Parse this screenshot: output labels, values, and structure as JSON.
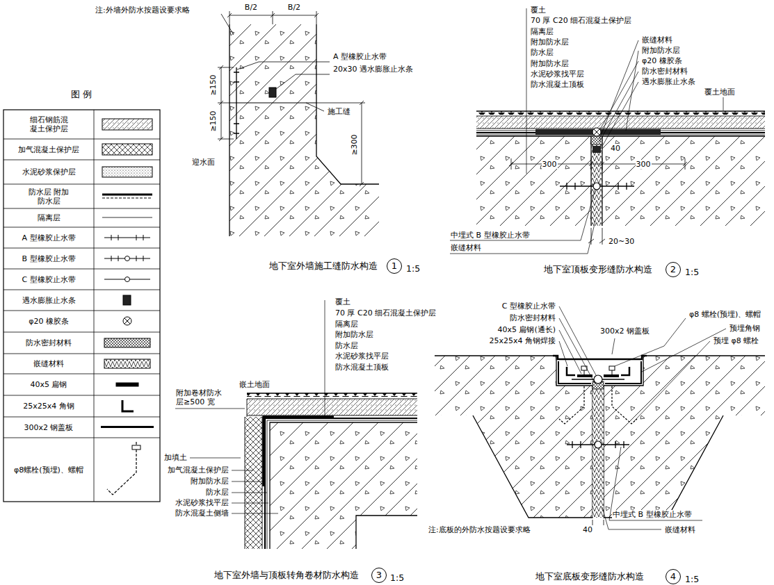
{
  "diagram": {
    "nodes": [
      {
        "text": [
          "1"
        ]
      },
      {
        "text": [
          "2"
        ]
      },
      {
        "text": [
          "3"
        ]
      },
      {
        "text": [
          "4"
        ]
      }
    ],
    "labels": [
      "注:外墙外防水按题设要求略",
      "B/2",
      "B/2",
      "A 型橡胶止水带",
      "20x30 遇水膨胀止水条",
      "≥150",
      "≥150",
      "施工缝",
      "≥300",
      "迎水面",
      "地下室外墙施工缝防水构造",
      "1:5",
      "覆土",
      "70 厚 C20 细石混凝土保护层",
      "隔离层",
      "附加防水层",
      "防水层",
      "附加防水层",
      "水泥砂浆找平层",
      "防水混凝土顶板",
      "嵌缝材料",
      "附加防水层",
      "φ20 橡胶条",
      "防水密封材料",
      "遇水膨胀止水条",
      "覆土地面",
      "40",
      "300",
      "300",
      "中埋式 B 型橡胶止水带",
      "嵌缝材料",
      "20~30",
      "地下室顶板变形缝防水构造",
      "1:5",
      "覆土",
      "70 厚 C20 细石混凝土保护层",
      "隔离层",
      "附加防水层",
      "防水层",
      "水泥砂浆找平层",
      "防水混凝土顶板",
      "嵌土地面",
      "附加卷材防水 层≥500 宽",
      "加填土",
      "加气混凝土保护层",
      "附加防水层",
      "防水层",
      "水泥砂浆找平层",
      "防水混凝土侧墙",
      "地下室外墙与顶板转角卷材防水构造",
      "1:5",
      "C 型橡胶止水带",
      "防水密封材料",
      "40x5 扁钢(通长)",
      "25x25x4 角钢焊接",
      "300x2 钢盖板",
      "φ8 螺栓(预埋)、螺帽",
      "预埋角钢",
      "预埋 φ8 螺栓",
      "注:底板的外防水按题设要求略",
      "40",
      "中埋式 B 型橡胶止水带",
      "嵌缝材料",
      "地下室底板变形缝防水构造",
      "1:5",
      "图 例"
    ],
    "legend": [
      {
        "text": "细石钢筋混 凝土保护层"
      },
      {
        "text": "加气混凝土保护层"
      },
      {
        "text": "水泥砂浆保护层"
      },
      {
        "text": "防水层 附加防水层"
      },
      {
        "text": "隔离层"
      },
      {
        "text": "A 型橡胶止水带"
      },
      {
        "text": "B 型橡胶止水带"
      },
      {
        "text": "C 型橡胶止水带"
      },
      {
        "text": "遇水膨胀止水条"
      },
      {
        "text": "φ20 橡胶条"
      },
      {
        "text": "防水密封材料"
      },
      {
        "text": "嵌缝材料"
      },
      {
        "text": "40x5 扁钢"
      },
      {
        "text": "25x25x4 角钢"
      },
      {
        "text": "300x2 钢盖板"
      },
      {
        "text": "φ8螺栓(预埋)、螺帽"
      }
    ]
  }
}
